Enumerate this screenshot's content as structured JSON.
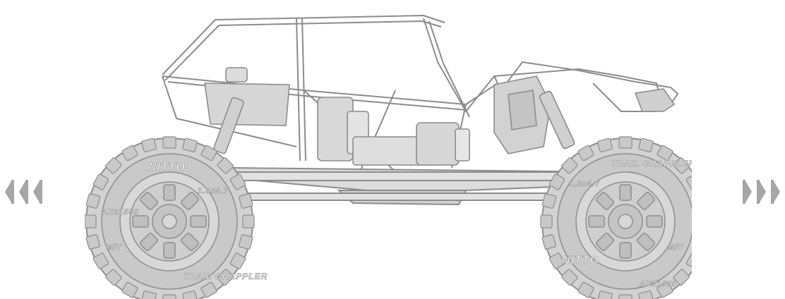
{
  "navigation": {
    "prev_icon": "triple-chevron-left-icon",
    "next_icon": "triple-chevron-right-icon",
    "arrow_color": "#a6a6a6"
  },
  "vehicle": {
    "icon": "rc-rock-crawler-illustration",
    "body_color": "#dcdcdc",
    "line_color": "#8c8c8c",
    "tire_color": "#c8c8c8",
    "tire_text": {
      "brand": "NITTO",
      "model": "TRAIL GRAPPLER",
      "type": "M/T",
      "size": "1.9x4.7",
      "part_number": "AX31585"
    }
  }
}
